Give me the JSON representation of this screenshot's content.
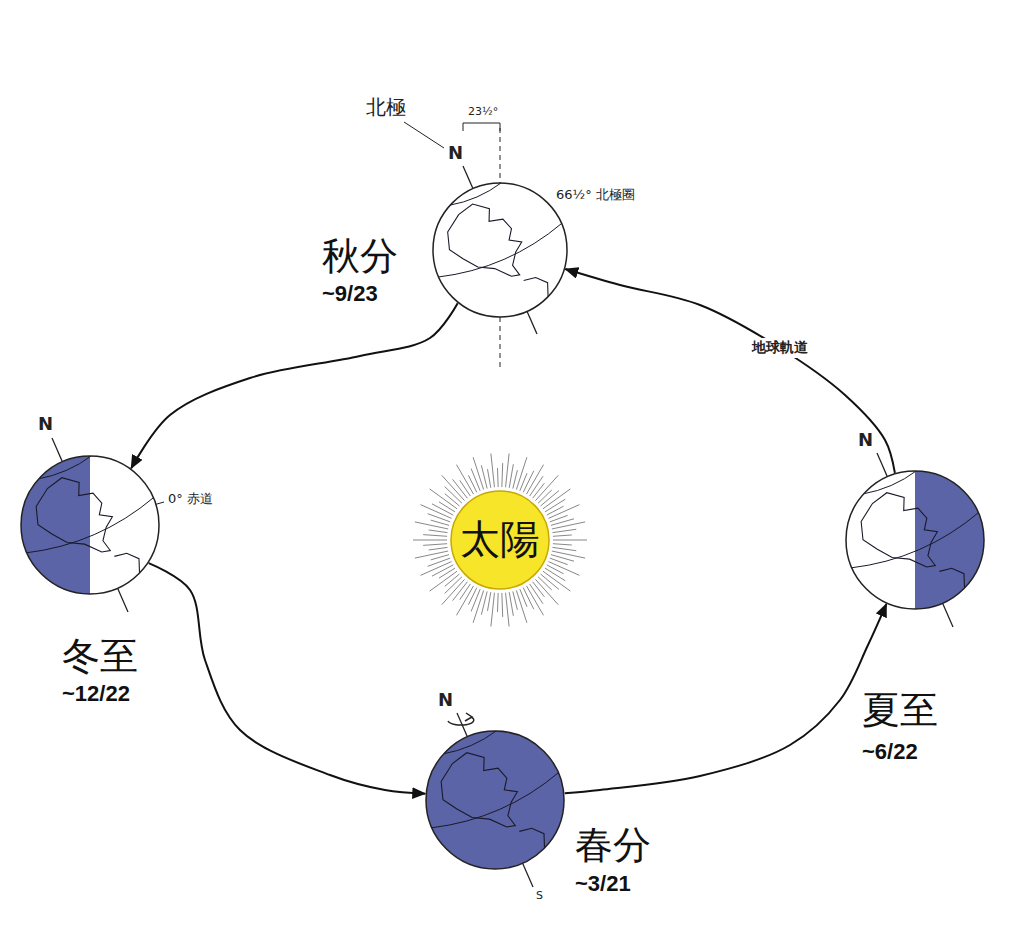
{
  "diagram": {
    "nodes": [
      {
        "text": [
          "秋分",
          "~9/23"
        ]
      },
      {
        "text": [
          "冬至",
          "~12/22"
        ]
      },
      {
        "text": [
          "太陽"
        ]
      },
      {
        "text": [
          "夏至",
          "~6/22"
        ]
      },
      {
        "text": [
          "春分",
          "~3/21"
        ]
      }
    ],
    "edges": [
      {
        "from": 0,
        "to": 1,
        "arrow": "to"
      },
      {
        "from": 1,
        "to": 4,
        "arrow": "to"
      },
      {
        "from": 4,
        "to": 3,
        "arrow": "to"
      },
      {
        "from": 3,
        "to": 0,
        "arrow": "to",
        "label": "地球軌道"
      }
    ],
    "labels": [
      "北極",
      "23½°",
      "66½° 北極圈",
      "N",
      "N",
      "N",
      "N",
      "0° 赤道",
      "S"
    ]
  }
}
